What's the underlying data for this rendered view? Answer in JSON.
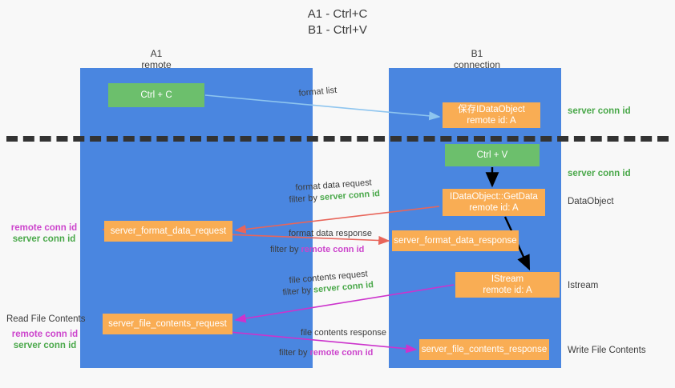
{
  "title": {
    "line1": "A1 - Ctrl+C",
    "line2": "B1 - Ctrl+V"
  },
  "lanes": [
    {
      "name": "A1",
      "subtitle": "remote"
    },
    {
      "name": "B1",
      "subtitle": "connection"
    }
  ],
  "boxes": {
    "ctrl_c": {
      "line1": "Ctrl + C"
    },
    "save_dataobject": {
      "line1": "保存IDataObject",
      "line2": "remote id: A"
    },
    "ctrl_v": {
      "line1": "Ctrl + V"
    },
    "getdata": {
      "line1": "IDataObject::GetData",
      "line2": "remote id: A"
    },
    "format_data_request": {
      "line1": "server_format_data_request"
    },
    "format_data_response": {
      "line1": "server_format_data_response"
    },
    "istream": {
      "line1": "IStream",
      "line2": "remote id: A"
    },
    "file_contents_request": {
      "line1": "server_file_contents_request"
    },
    "file_contents_response": {
      "line1": "server_file_contents_response"
    }
  },
  "side_labels": {
    "server_conn_id_top": "server conn id",
    "server_conn_id_mid": "server conn id",
    "dataobject": "DataObject",
    "istream": "Istream",
    "write_file_contents": "Write File Contents",
    "read_file_contents": "Read File Contents",
    "remote_conn_id": "remote conn id",
    "server_conn_id": "server conn id"
  },
  "arrow_captions": {
    "format_list": "format list",
    "format_data_request": "format data request",
    "format_data_request_filter_prefix": "filter by ",
    "format_data_request_filter_value": "server conn id",
    "format_data_response": "format data response",
    "format_data_response_filter_prefix": "filter by ",
    "format_data_response_filter_value": "remote conn id",
    "file_contents_request": "file contents request",
    "file_contents_request_filter_prefix": "filter by ",
    "file_contents_request_filter_value": "server conn id",
    "file_contents_response": "file contents response",
    "file_contents_response_filter_prefix": "filter by ",
    "file_contents_response_filter_value": "remote conn id"
  },
  "colors": {
    "lane": "#4a86e0",
    "green_box": "#6cbf6c",
    "orange_box": "#f9ad54",
    "green_text": "#4aa84a",
    "magenta_text": "#cc44cc",
    "light_blue_arrow": "#8ec5ef",
    "red_arrow": "#e8655a",
    "magenta_arrow": "#cc33cc",
    "black_arrow": "#000000",
    "background": "#f8f8f8"
  }
}
